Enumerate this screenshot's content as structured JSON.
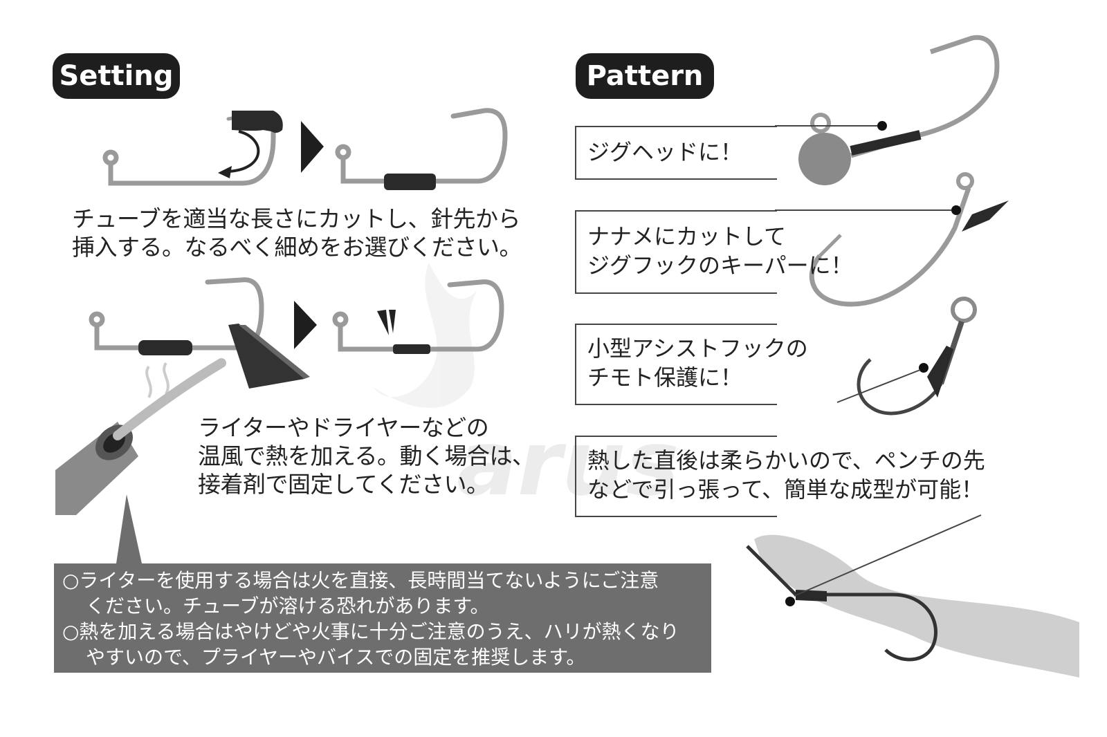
{
  "sections": {
    "setting": {
      "title": "Setting"
    },
    "pattern": {
      "title": "Pattern"
    }
  },
  "steps": {
    "step1": {
      "lines": [
        "チューブを適当な長さにカットし、針先から",
        "挿入する。なるべく細めをお選びください。"
      ]
    },
    "step2": {
      "lines": [
        "ライターやドライヤーなどの",
        "温風で熱を加える。動く場合は、",
        "接着剤で固定してください。"
      ]
    }
  },
  "patterns": [
    {
      "lines": [
        "ジグヘッドに！"
      ]
    },
    {
      "lines": [
        "ナナメにカットして",
        "ジグフックのキーパーに！"
      ]
    },
    {
      "lines": [
        "小型アシストフックの",
        "チモト保護に！"
      ]
    },
    {
      "lines": [
        "熱した直後は柔らかいので、ペンチの先",
        "などで引っ張って、簡単な成型が可能！"
      ]
    }
  ],
  "notes": {
    "lines": [
      "○ライターを使用する場合は火を直接、長時間当てないようにご注意",
      "ください。チューブが溶ける恐れがあります。",
      "○熱を加える場合はやけどや火事に十分ご注意のうえ、ハリが熱くなり",
      "やすいので、プライヤーやバイスでの固定を推奨します。"
    ]
  },
  "watermark": {
    "text": "arus"
  },
  "colors": {
    "pill": "#1e1e1e",
    "wire": "#9a9a9a",
    "tube": "#2a2a2a",
    "note_bg": "#6e6e6e"
  }
}
